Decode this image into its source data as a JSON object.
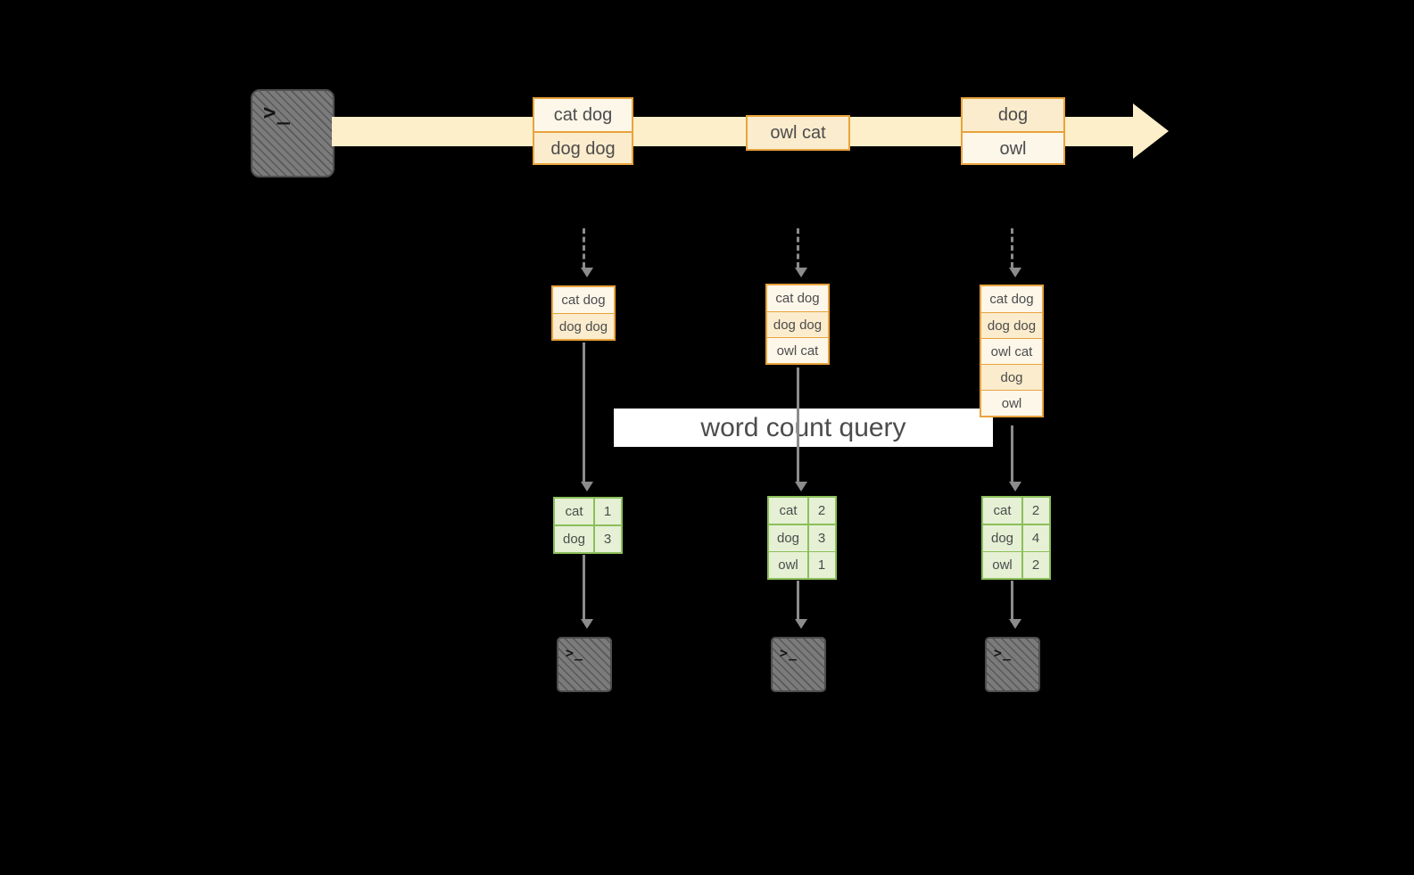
{
  "icons": {
    "prompt": ">_"
  },
  "stream": {
    "batches": [
      {
        "lines": [
          "cat dog",
          "dog dog"
        ]
      },
      {
        "lines": [
          "owl cat"
        ]
      },
      {
        "lines": [
          "dog",
          "owl"
        ]
      }
    ]
  },
  "query": {
    "label": "word count query"
  },
  "columns": [
    {
      "inputs": [
        "cat dog",
        "dog dog"
      ],
      "counts": [
        {
          "word": "cat",
          "count": "1"
        },
        {
          "word": "dog",
          "count": "3"
        }
      ]
    },
    {
      "inputs": [
        "cat dog",
        "dog dog",
        "owl cat"
      ],
      "counts": [
        {
          "word": "cat",
          "count": "2"
        },
        {
          "word": "dog",
          "count": "3"
        },
        {
          "word": "owl",
          "count": "1"
        }
      ]
    },
    {
      "inputs": [
        "cat dog",
        "dog dog",
        "owl cat",
        "dog",
        "owl"
      ],
      "counts": [
        {
          "word": "cat",
          "count": "2"
        },
        {
          "word": "dog",
          "count": "4"
        },
        {
          "word": "owl",
          "count": "2"
        }
      ]
    }
  ],
  "colors": {
    "background": "#000000",
    "stream_band": "#fcefc9",
    "box_border": "#e8a33c",
    "box_fill_light": "#fdf7ea",
    "box_fill_mid": "#fbeccd",
    "table_border": "#8cbf5a",
    "table_fill": "#e5f0d5",
    "arrow": "#8c8c8c",
    "terminal": "#7b7b7b",
    "banner": "#ffffff"
  }
}
